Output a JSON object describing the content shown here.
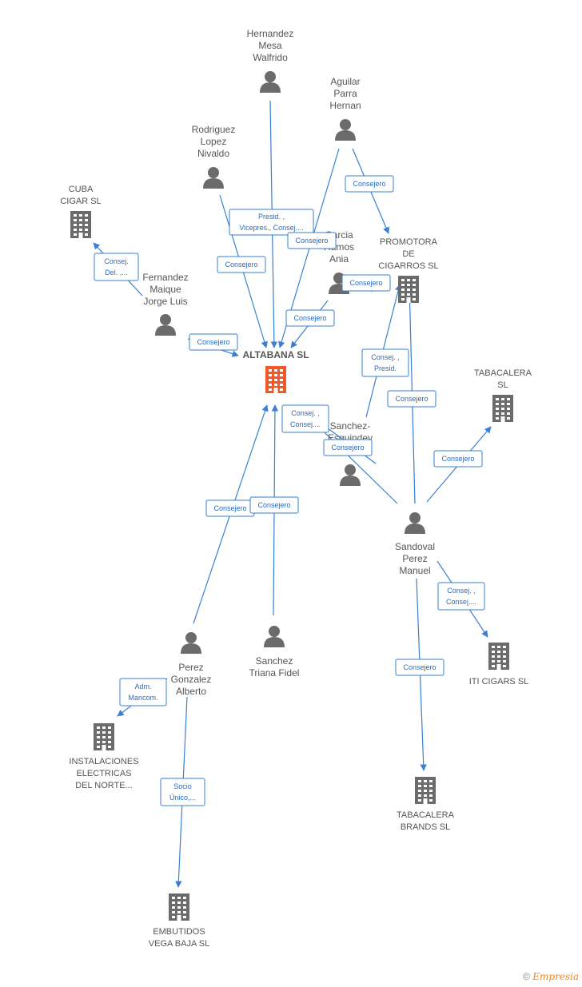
{
  "center": {
    "label": "ALTABANA SL"
  },
  "persons": [
    {
      "id": "hernandez",
      "label": [
        "Hernandez",
        "Mesa",
        "Walfrido"
      ]
    },
    {
      "id": "aguilar",
      "label": [
        "Aguilar",
        "Parra",
        "Hernan"
      ]
    },
    {
      "id": "rodriguez",
      "label": [
        "Rodriguez",
        "Lopez",
        "Nivaldo"
      ]
    },
    {
      "id": "garcia",
      "label": [
        "Garcia",
        "Ramos",
        "Ania"
      ]
    },
    {
      "id": "fernandez",
      "label": [
        "Fernandez",
        "Maique",
        "Jorge Luis"
      ]
    },
    {
      "id": "sanchez_e",
      "label": [
        "Sanchez-",
        "Esquindey",
        "Y...."
      ]
    },
    {
      "id": "sandoval",
      "label": [
        "Sandoval",
        "Perez",
        "Manuel"
      ]
    },
    {
      "id": "perez",
      "label": [
        "Perez",
        "Gonzalez",
        "Alberto"
      ]
    },
    {
      "id": "sanchez_t",
      "label": [
        "Sanchez",
        "Triana Fidel"
      ]
    }
  ],
  "companies": [
    {
      "id": "cuba",
      "label": [
        "CUBA",
        "CIGAR  SL"
      ]
    },
    {
      "id": "promotora",
      "label": [
        "PROMOTORA",
        "DE",
        "CIGARROS SL"
      ]
    },
    {
      "id": "tabacalera",
      "label": [
        "TABACALERA",
        "SL"
      ]
    },
    {
      "id": "iti",
      "label": [
        "ITI CIGARS SL"
      ]
    },
    {
      "id": "brands",
      "label": [
        "TABACALERA",
        "BRANDS SL"
      ]
    },
    {
      "id": "instalaciones",
      "label": [
        "INSTALACIONES",
        "ELECTRICAS",
        "DEL NORTE..."
      ]
    },
    {
      "id": "embutidos",
      "label": [
        "EMBUTIDOS",
        "VEGA BAJA SL"
      ]
    }
  ],
  "edges": [
    {
      "id": "hernandez-altabana",
      "label": [
        "Presid. ,",
        "Vicepres., Consej...."
      ]
    },
    {
      "id": "rodriguez-altabana",
      "label": [
        "Consejero"
      ]
    },
    {
      "id": "aguilar-altabana",
      "label": [
        "Consejero"
      ]
    },
    {
      "id": "aguilar-promotora",
      "label": [
        "Consejero"
      ]
    },
    {
      "id": "garcia-promotora",
      "label": [
        "Consejero"
      ]
    },
    {
      "id": "garcia-altabana",
      "label": [
        "Consejero"
      ]
    },
    {
      "id": "fernandez-cuba",
      "label": [
        "Consej.",
        "Del. ,..."
      ]
    },
    {
      "id": "fernandez-altabana",
      "label": [
        "Consejero"
      ]
    },
    {
      "id": "sanchez_e-promotora",
      "label": [
        "Consej. ,",
        "Presid."
      ]
    },
    {
      "id": "sanchez_e-altabana",
      "label": [
        "Consejero"
      ]
    },
    {
      "id": "sandoval-altabana",
      "label": [
        "Consej. ,",
        "Consej...."
      ]
    },
    {
      "id": "sandoval-promotora",
      "label": [
        "Consejero"
      ]
    },
    {
      "id": "sandoval-tabacalera",
      "label": [
        "Consejero"
      ]
    },
    {
      "id": "sandoval-iti",
      "label": [
        "Consej. ,",
        "Consej...."
      ]
    },
    {
      "id": "sandoval-brands",
      "label": [
        "Consejero"
      ]
    },
    {
      "id": "perez-altabana",
      "label": [
        "Consejero"
      ]
    },
    {
      "id": "sanchez_t-altabana",
      "label": [
        "Consejero"
      ]
    },
    {
      "id": "perez-instalaciones",
      "label": [
        "Adm.",
        "Mancom."
      ]
    },
    {
      "id": "perez-embutidos",
      "label": [
        "Socio",
        "Único,..."
      ]
    }
  ],
  "colors": {
    "edge": "#3a7fd1",
    "icon": "#6b6b6b",
    "center_icon": "#f05a28"
  },
  "watermark": {
    "symbol": "©",
    "brand": "Empresia"
  }
}
